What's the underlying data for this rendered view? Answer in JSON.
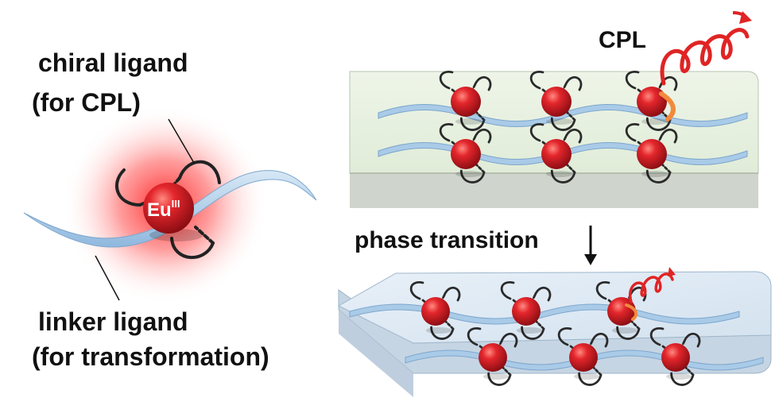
{
  "labels": {
    "chiral_ligand_line1": "chiral ligand",
    "chiral_ligand_line2": "(for CPL)",
    "linker_ligand_line1": "linker ligand",
    "linker_ligand_line2": "(for transformation)",
    "phase_transition": "phase transition",
    "cpl": "CPL",
    "ion_symbol": "Eu",
    "ion_oxidation": "III"
  },
  "colors": {
    "ion_red": "#d8202a",
    "glow_red": "#ff2a2a",
    "linker_blue": "#a9cbe8",
    "linker_outline": "#6e98c2",
    "crystal_top_face": "#e8f1e1",
    "crystal_front_face": "#d5d9d1",
    "slab_top_face": "#dde9f3",
    "slab_side_face": "#c8d6e4",
    "ligand_stroke": "#2b2b2b",
    "cpl_helix": "#e02424",
    "cpl_tail": "#f28a3c"
  }
}
